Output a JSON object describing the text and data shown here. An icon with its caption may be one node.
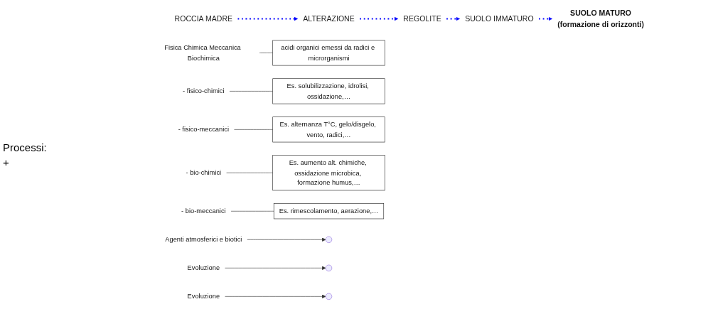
{
  "diagram": {
    "nodes": [
      {
        "text": [
          "ROCCIA MADRE"
        ]
      },
      {
        "text": [
          "Agenti atmosferici e biotici"
        ]
      },
      {
        "text": [
          "ALTERAZIONE"
        ]
      },
      {
        "text": [
          "Fisica Chimica Meccanica Biochimica"
        ]
      },
      {
        "text": [
          "acidi organici emessi da radici e microrganismi"
        ]
      },
      {
        "text": [
          "REGOLITE"
        ]
      },
      {
        "text": [
          "Evoluzione"
        ]
      },
      {
        "text": [
          "SUOLO IMMATURO"
        ]
      },
      {
        "text": [
          "Evoluzione"
        ]
      },
      {
        "text": [
          "SUOLO MATURO",
          "(formazione di orizzonti)"
        ]
      },
      {
        "text": [
          "- fisico-chimici"
        ]
      },
      {
        "text": [
          "- fisico-meccanici"
        ]
      },
      {
        "text": [
          "- bio-chimici"
        ]
      },
      {
        "text": [
          "- bio-meccanici"
        ]
      },
      {
        "text": [
          "Es. solubilizzazione, idrolisi, ossidazione,…"
        ]
      },
      {
        "text": [
          "Es. alternanza T°C, gelo/disgelo, vento, radici,…"
        ]
      },
      {
        "text": [
          "Es. aumento alt. chimiche, ossidazione microbica, formazione humus,…"
        ]
      },
      {
        "text": [
          "Es. rimescolamento, aerazione,…"
        ]
      }
    ],
    "edges": [
      {
        "from": 0,
        "to": 2,
        "arrow": "to",
        "style": "dashed",
        "color": "#0000ff"
      },
      {
        "from": 2,
        "to": 5,
        "arrow": "to",
        "style": "dashed",
        "color": "#0000ff"
      },
      {
        "from": 5,
        "to": 7,
        "arrow": "to",
        "style": "dashed",
        "color": "#0000ff"
      },
      {
        "from": 7,
        "to": 9,
        "arrow": "to",
        "style": "dashed",
        "color": "#0000ff"
      },
      {
        "from": 1,
        "to": null,
        "arrow": "to"
      },
      {
        "from": 6,
        "to": null,
        "arrow": "to"
      },
      {
        "from": 8,
        "to": null,
        "arrow": "to"
      },
      {
        "from": 3,
        "to": 4,
        "arrow": "none"
      },
      {
        "from": 10,
        "to": 14,
        "arrow": "none"
      },
      {
        "from": 11,
        "to": 15,
        "arrow": "none"
      },
      {
        "from": 12,
        "to": 16,
        "arrow": "none"
      },
      {
        "from": 13,
        "to": 17,
        "arrow": "none"
      }
    ],
    "labels": [
      "Processi:",
      "+"
    ]
  }
}
